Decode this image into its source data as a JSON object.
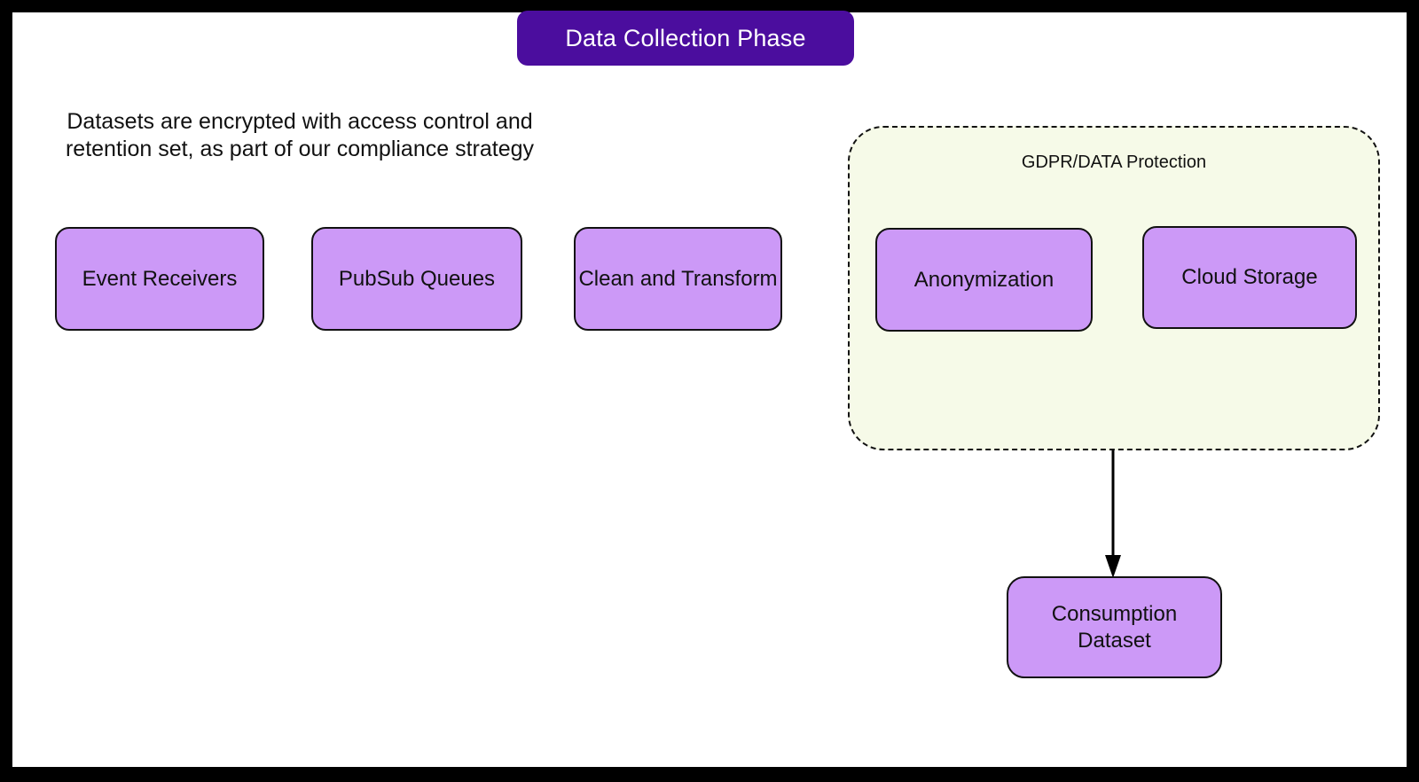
{
  "title": {
    "label": "Data Collection Phase"
  },
  "note": {
    "text": "Datasets are encrypted with access control and retention set, as part of our compliance strategy"
  },
  "gdpr_group": {
    "label": "GDPR/DATA Protection"
  },
  "nodes": {
    "event_receivers": {
      "label": "Event Receivers"
    },
    "pubsub_queues": {
      "label": "PubSub Queues"
    },
    "clean_and_transform": {
      "label": "Clean and Transform"
    },
    "anonymization": {
      "label": "Anonymization"
    },
    "cloud_storage": {
      "label": "Cloud Storage"
    },
    "consumption_dataset": {
      "label": "Consumption Dataset"
    }
  },
  "edges": [
    {
      "from": "gdpr_group",
      "to": "consumption_dataset",
      "type": "arrow"
    }
  ],
  "colors": {
    "frame": "#000000",
    "canvas": "#FFFFFF",
    "title_bg": "#4B0D9E",
    "title_text": "#FFFFFF",
    "node_fill": "#CC99F7",
    "node_border": "#111111",
    "group_fill": "#F6FAE8",
    "group_border": "#111111",
    "arrow": "#000000"
  }
}
